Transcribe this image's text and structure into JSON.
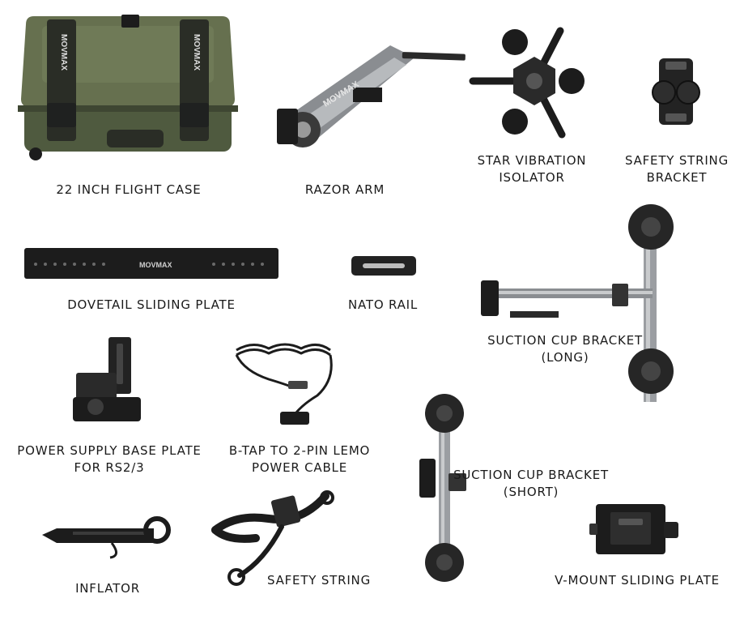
{
  "brand": {
    "logo_text": "MOVMAX",
    "logo_text_small": "MOVMAX"
  },
  "colors": {
    "case_olive": "#5f6a4c",
    "case_dark": "#3e4632",
    "black": "#1c1c1c",
    "metal": "#8a8d91",
    "metal_light": "#b7babd",
    "text": "#1a1a1a"
  },
  "items": {
    "flight_case": {
      "label": "22 INCH FLIGHT CASE"
    },
    "razor_arm": {
      "label": "RAZOR ARM"
    },
    "star_isolator": {
      "label_line1": "STAR VIBRATION",
      "label_line2": "ISOLATOR"
    },
    "safety_bracket": {
      "label_line1": "SAFETY STRING",
      "label_line2": "BRACKET"
    },
    "dovetail_plate": {
      "label": "DOVETAIL SLIDING PLATE"
    },
    "nato_rail": {
      "label": "NATO RAIL"
    },
    "suction_long": {
      "label_line1": "SUCTION CUP BRACKET",
      "label_line2": "(LONG)"
    },
    "power_base": {
      "label_line1": "POWER SUPPLY BASE PLATE",
      "label_line2": "FOR RS2/3"
    },
    "btap_cable": {
      "label_line1": "B-TAP TO 2-PIN LEMO",
      "label_line2": "POWER CABLE"
    },
    "suction_short": {
      "label_line1": "SUCTION CUP BRACKET",
      "label_line2": "(SHORT)"
    },
    "inflator": {
      "label": "INFLATOR"
    },
    "safety_string": {
      "label": "SAFETY STRING"
    },
    "vmount_plate": {
      "label": "V-MOUNT SLIDING PLATE"
    }
  }
}
